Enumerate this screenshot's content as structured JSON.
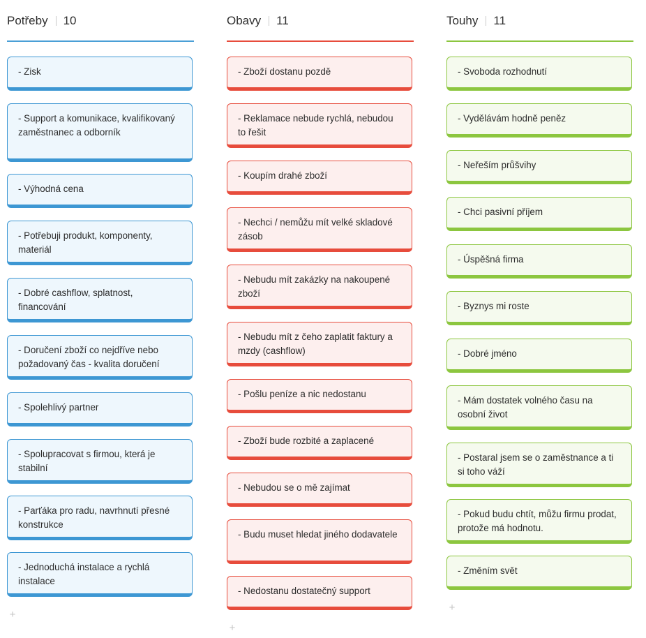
{
  "columns": [
    {
      "title": "Potřeby",
      "count": "10",
      "accent": "#3d97d3",
      "cards": [
        "- Zisk",
        "- Support a komunikace, kvalifikovaný zaměstnanec a odborník",
        "- Výhodná cena",
        "- Potřebuji produkt, komponenty, materiál",
        "- Dobré cashflow, splatnost, financování",
        "- Doručení zboží co nejdříve nebo požadovaný čas - kvalita doručení",
        "- Spolehlivý partner",
        "- Spolupracovat s firmou, která je stabilní",
        "- Parťáka pro radu, navrhnutí přesné konstrukce",
        "- Jednoduchá instalace a rychlá instalace"
      ],
      "add_icon": "+"
    },
    {
      "title": "Obavy",
      "count": "11",
      "accent": "#e74c3c",
      "cards": [
        "- Zboží dostanu pozdě",
        "- Reklamace nebude rychlá, nebudou to řešit",
        "- Koupím drahé zboží",
        "- Nechci / nemůžu mít velké skladové zásob",
        "- Nebudu mít zakázky na nakoupené zboží",
        "- Nebudu mít z čeho zaplatit faktury a mzdy (cashflow)",
        "- Pošlu peníze a nic nedostanu",
        "- Zboží bude rozbité a zaplacené",
        "- Nebudou se o mě zajímat",
        "- Budu muset hledat jiného dodavatele",
        "- Nedostanu dostatečný support"
      ],
      "add_icon": "+"
    },
    {
      "title": "Touhy",
      "count": "11",
      "accent": "#8cc63f",
      "cards": [
        "- Svoboda rozhodnutí",
        "- Vydělávám hodně peněz",
        "- Neřeším průšvihy",
        "- Chci pasivní příjem",
        "- Úspěšná firma",
        "- Byznys mi roste",
        "- Dobré jméno",
        "- Mám dostatek volného času na osobní život",
        "- Postaral jsem se o zaměstnance a ti si toho váží",
        "- Pokud budu chtít, můžu firmu prodat, protože má hodnotu.",
        "- Změním svět"
      ],
      "add_icon": "+"
    }
  ]
}
